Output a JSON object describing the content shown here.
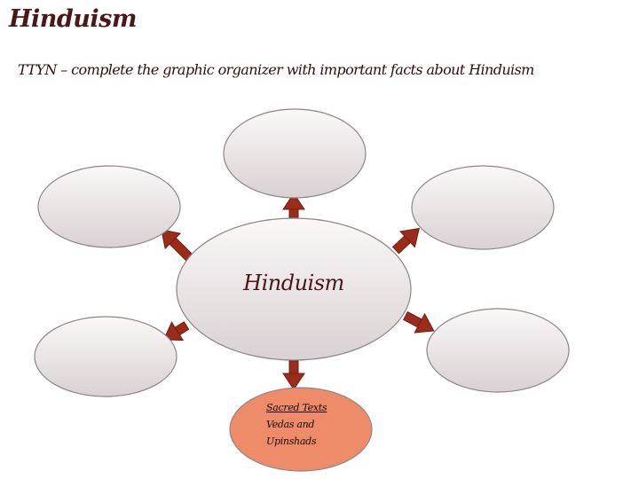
{
  "title": "Hinduism",
  "subtitle": "TTYN – complete the graphic organizer with important facts about Hinduism",
  "center": {
    "label": "Hinduism"
  },
  "bottom_node": {
    "heading": "Sacred Texts",
    "line1": "Vedas and",
    "line2": "Upinshads"
  },
  "colors": {
    "title": "#4a1818",
    "arrow": "#9b2c1c",
    "bubble_top": "#fbf8f8",
    "bubble_bottom": "#d9d1d3",
    "bubble_stroke": "#8d8587",
    "bottom_fill": "#ee8c6a"
  }
}
